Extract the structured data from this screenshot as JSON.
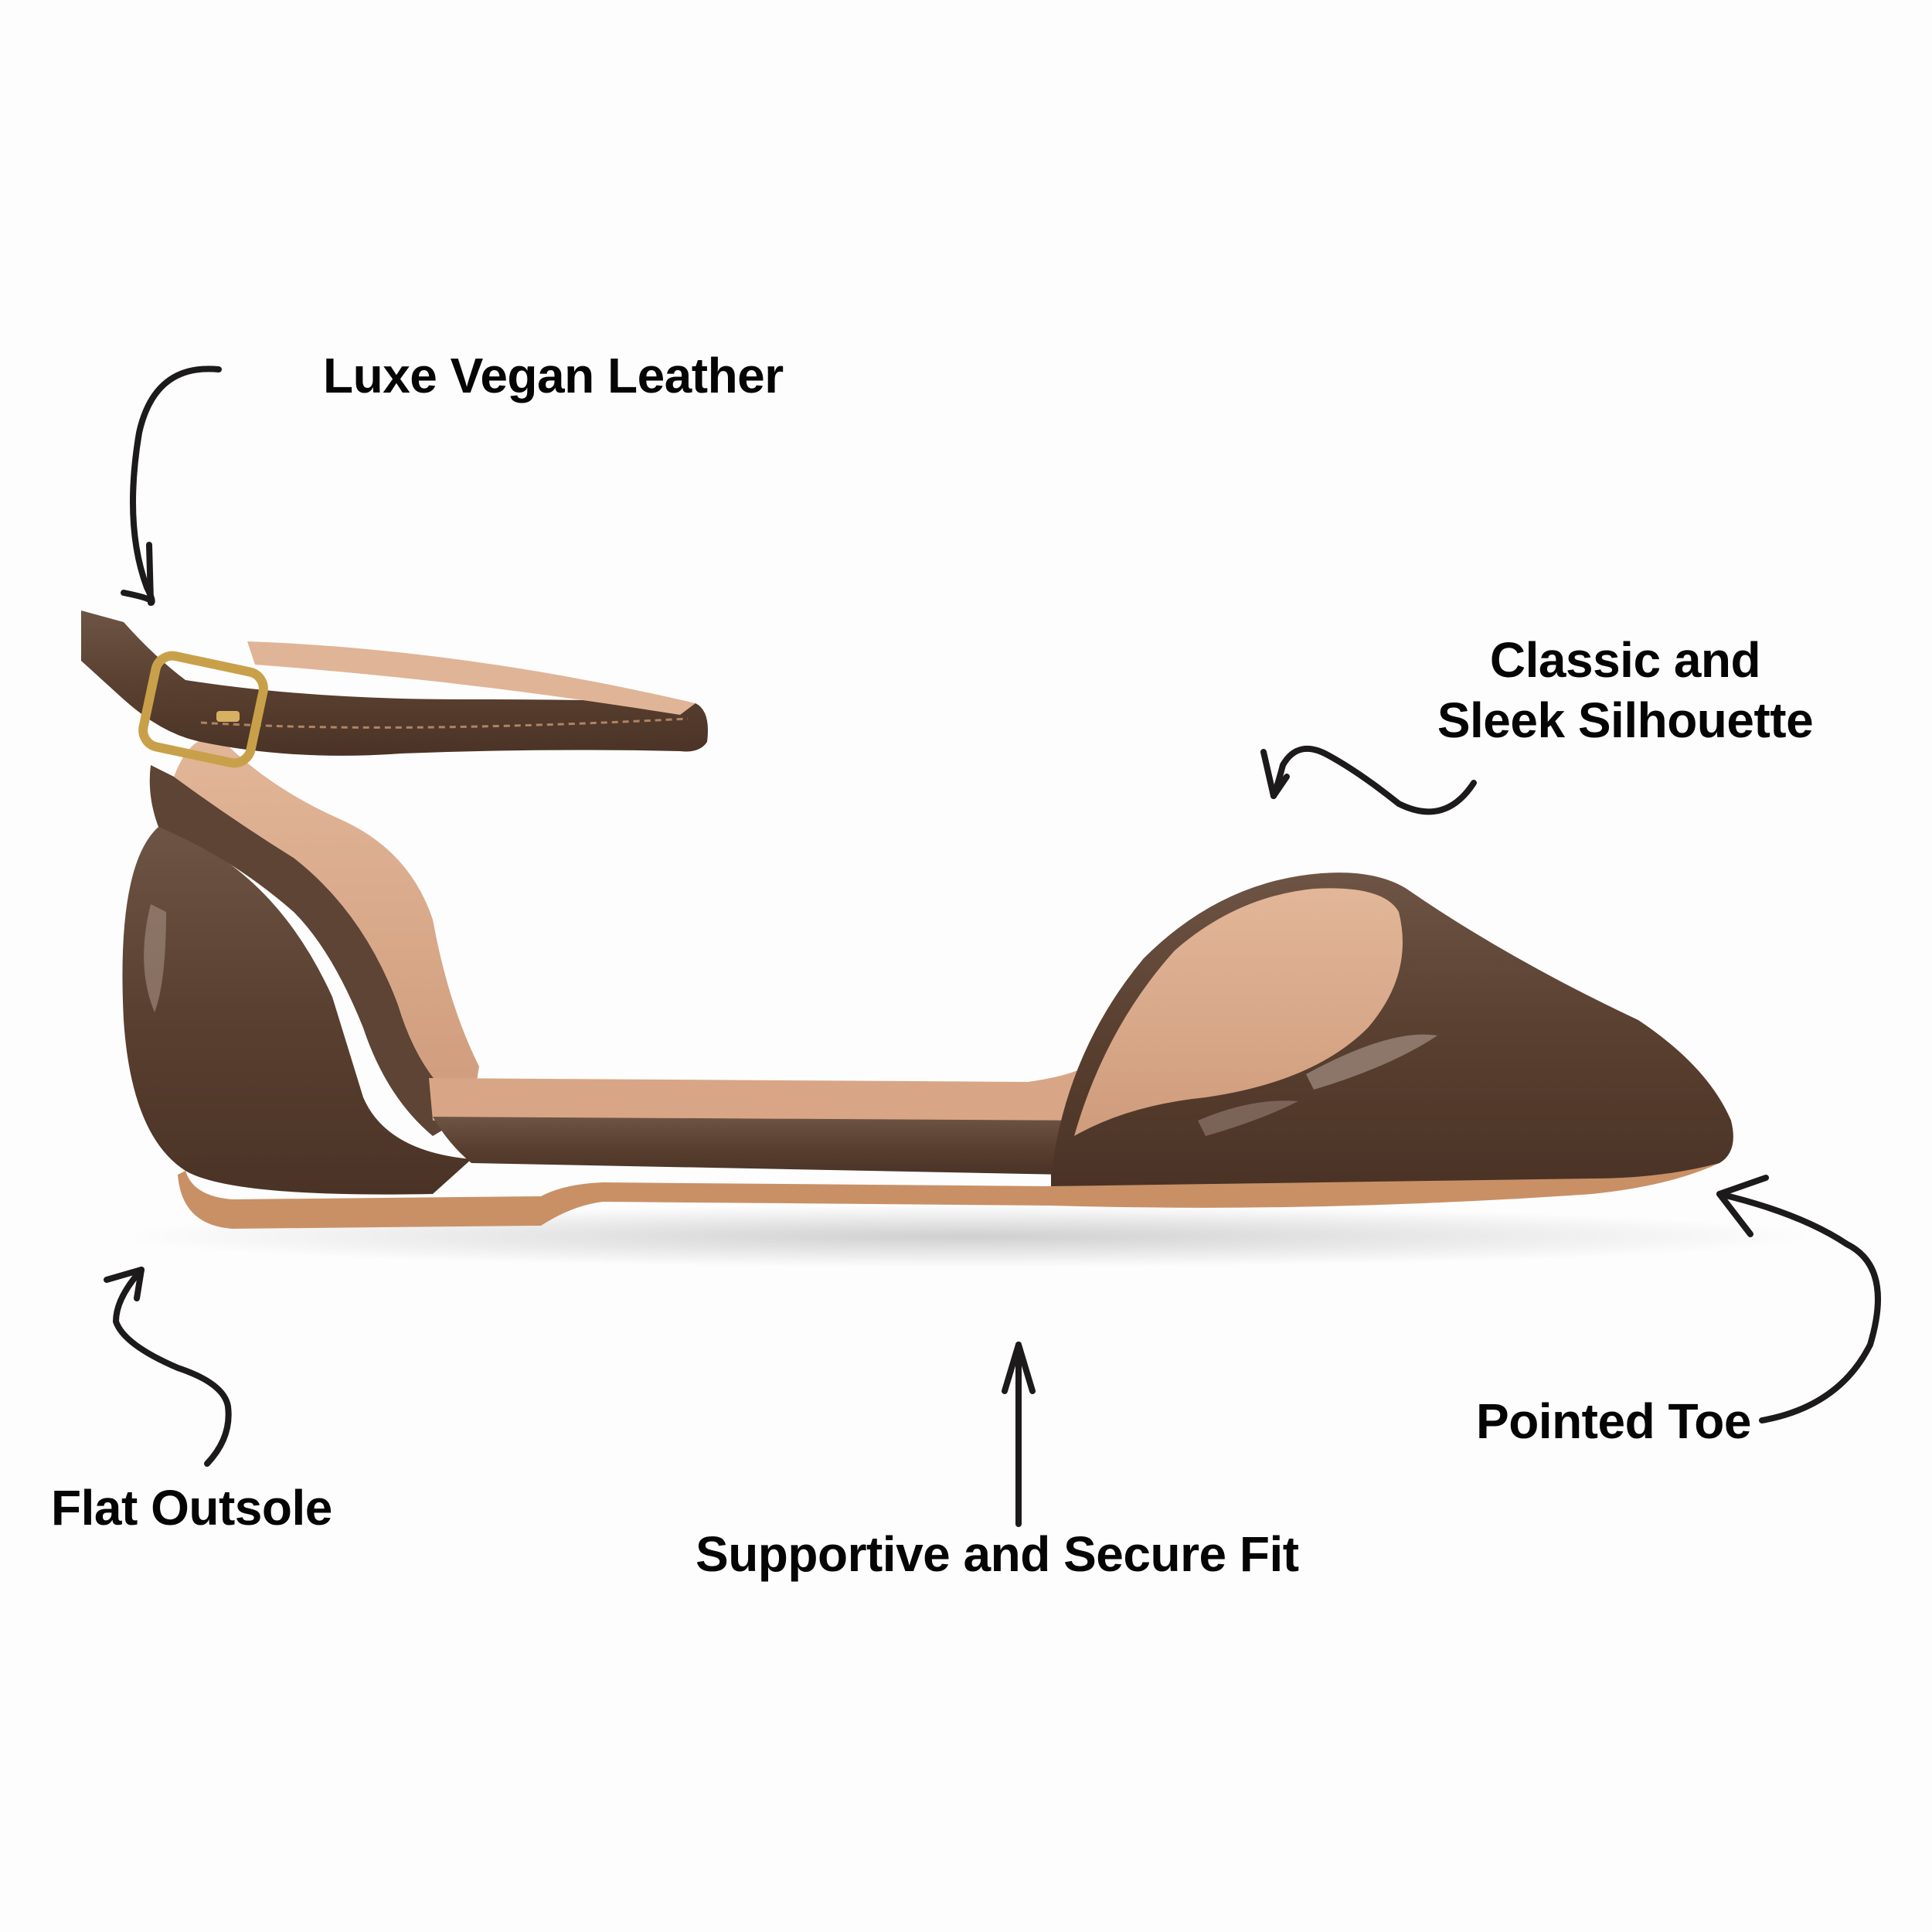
{
  "infographic": {
    "subject": "Brown patent ankle-strap d'Orsay pointed-toe flat",
    "background_color": "#fdfdfd",
    "text_color": "#050505",
    "colors": {
      "patent_leather": "#5a4030",
      "patent_highlight": "#9a8678",
      "lining": "#d9a888",
      "outsole": "#c99066",
      "buckle": "#c9a04a",
      "arrow": "#1c1a1a"
    },
    "callouts": [
      {
        "id": "luxe-vegan-leather",
        "text": "Luxe Vegan Leather",
        "arrow": "arrow-curve-down-icon"
      },
      {
        "id": "classic-silhouette",
        "lines": [
          "Classic and",
          "Sleek Silhouette"
        ],
        "arrow": "arrow-wave-left-icon"
      },
      {
        "id": "pointed-toe",
        "text": "Pointed Toe",
        "arrow": "arrow-curve-up-left-icon"
      },
      {
        "id": "flat-outsole",
        "text": "Flat Outsole",
        "arrow": "arrow-wave-up-icon"
      },
      {
        "id": "secure-fit",
        "text": "Supportive and Secure Fit",
        "arrow": "arrow-straight-up-icon"
      }
    ]
  }
}
